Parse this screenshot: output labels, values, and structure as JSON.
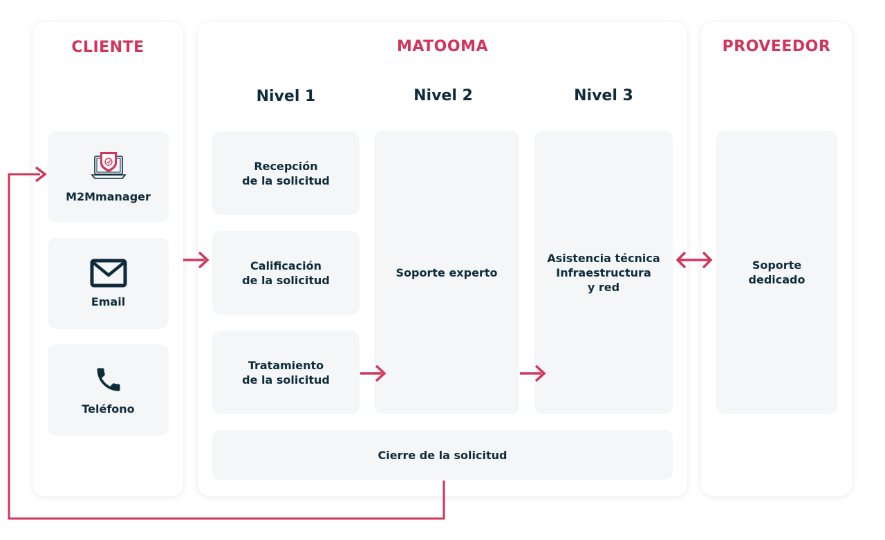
{
  "sections": {
    "client": "CLIENTE",
    "matooma": "MATOOMA",
    "provider": "PROVEEDOR"
  },
  "levels": {
    "level1": "Nivel 1",
    "level2": "Nivel 2",
    "level3": "Nivel 3"
  },
  "client_channels": [
    {
      "label": "M2Mmanager",
      "icon": "laptop-shield-icon"
    },
    {
      "label": "Email",
      "icon": "envelope-icon"
    },
    {
      "label": "Teléfono",
      "icon": "phone-icon"
    }
  ],
  "level1_steps": [
    "Recepción\nde la solicitud",
    "Calificación\nde la solicitud",
    "Tratamiento\nde la solicitud"
  ],
  "level2_step": "Soporte experto",
  "level3_step": "Asistencia técnica\nInfraestructura\ny red",
  "provider_step": "Soporte\ndedicado",
  "closing_step": "Cierre de la solicitud",
  "colors": {
    "accent": "#d2345a",
    "text": "#0d2b3a",
    "card": "#f4f6f7"
  }
}
